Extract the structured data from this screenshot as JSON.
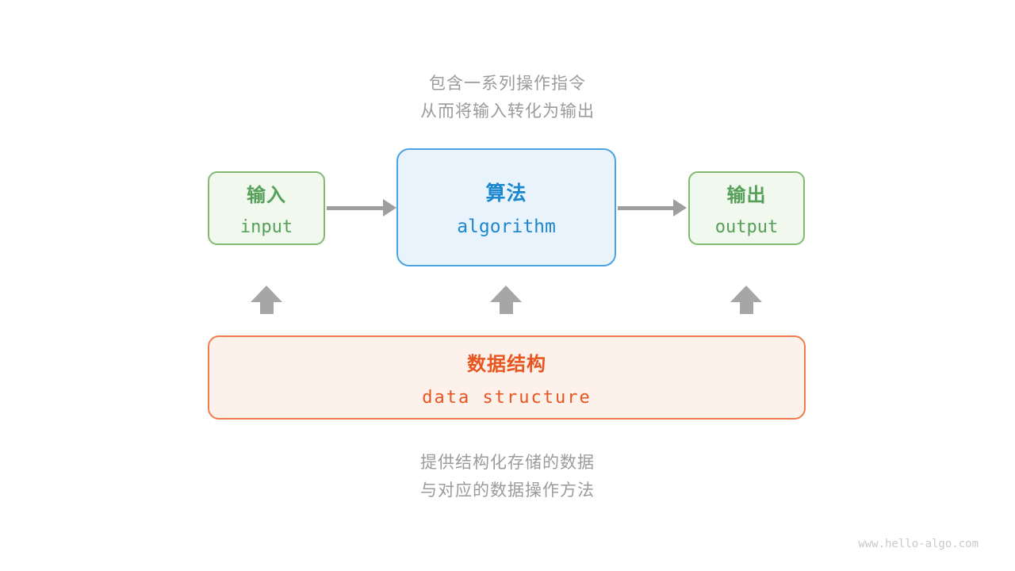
{
  "captions": {
    "algorithm_note": {
      "line1": "包含一系列操作指令",
      "line2": "从而将输入转化为输出"
    },
    "data_structure_note": {
      "line1": "提供结构化存储的数据",
      "line2": "与对应的数据操作方法"
    }
  },
  "boxes": {
    "input": {
      "title": "输入",
      "subtitle": "input"
    },
    "algorithm": {
      "title": "算法",
      "subtitle": "algorithm"
    },
    "output": {
      "title": "输出",
      "subtitle": "output"
    },
    "data_structure": {
      "title": "数据结构",
      "subtitle": "data structure"
    }
  },
  "arrows": {
    "input_to_algorithm": "right-arrow",
    "algorithm_to_output": "right-arrow",
    "ds_to_input": "up-arrow",
    "ds_to_algorithm": "up-arrow",
    "ds_to_output": "up-arrow"
  },
  "watermark": "www.hello-algo.com",
  "colors": {
    "green_border": "#82bb70",
    "green_fill": "#f1f8ee",
    "green_text": "#55a058",
    "blue_border": "#4aa3e2",
    "blue_fill": "#e9f3fb",
    "blue_text": "#1c86ce",
    "orange_border": "#f07c50",
    "orange_fill": "#fcf1eb",
    "orange_text": "#e9551f",
    "arrow_gray": "#a6a6a6",
    "caption_gray": "#9b9b9b",
    "watermark_gray": "#c9c9c9",
    "background": "#ffffff"
  }
}
